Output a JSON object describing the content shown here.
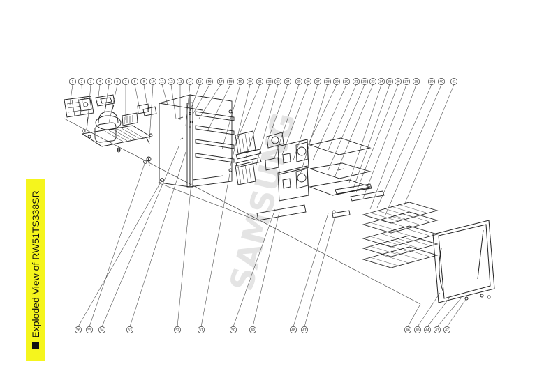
{
  "title_band": {
    "text": "Exploded View of RW51TS338SR",
    "color": "#f5f51d"
  },
  "watermark": "SAMSUNG",
  "callouts_top": [
    "1",
    "2",
    "3",
    "4",
    "5",
    "6",
    "7",
    "8",
    "9",
    "10",
    "11",
    "12",
    "13",
    "14",
    "15",
    "16",
    "17",
    "18",
    "19",
    "20",
    "21",
    "22",
    "23",
    "24",
    "25",
    "26",
    "27",
    "28",
    "29",
    "30",
    "31",
    "32",
    "33",
    "34",
    "35",
    "36",
    "37",
    "38",
    "39",
    "40",
    "41"
  ],
  "callouts_bottom": [
    "56",
    "55",
    "54",
    "53",
    "52",
    "51",
    "50",
    "49",
    "48",
    "47",
    "46",
    "45",
    "44",
    "43",
    "42"
  ]
}
